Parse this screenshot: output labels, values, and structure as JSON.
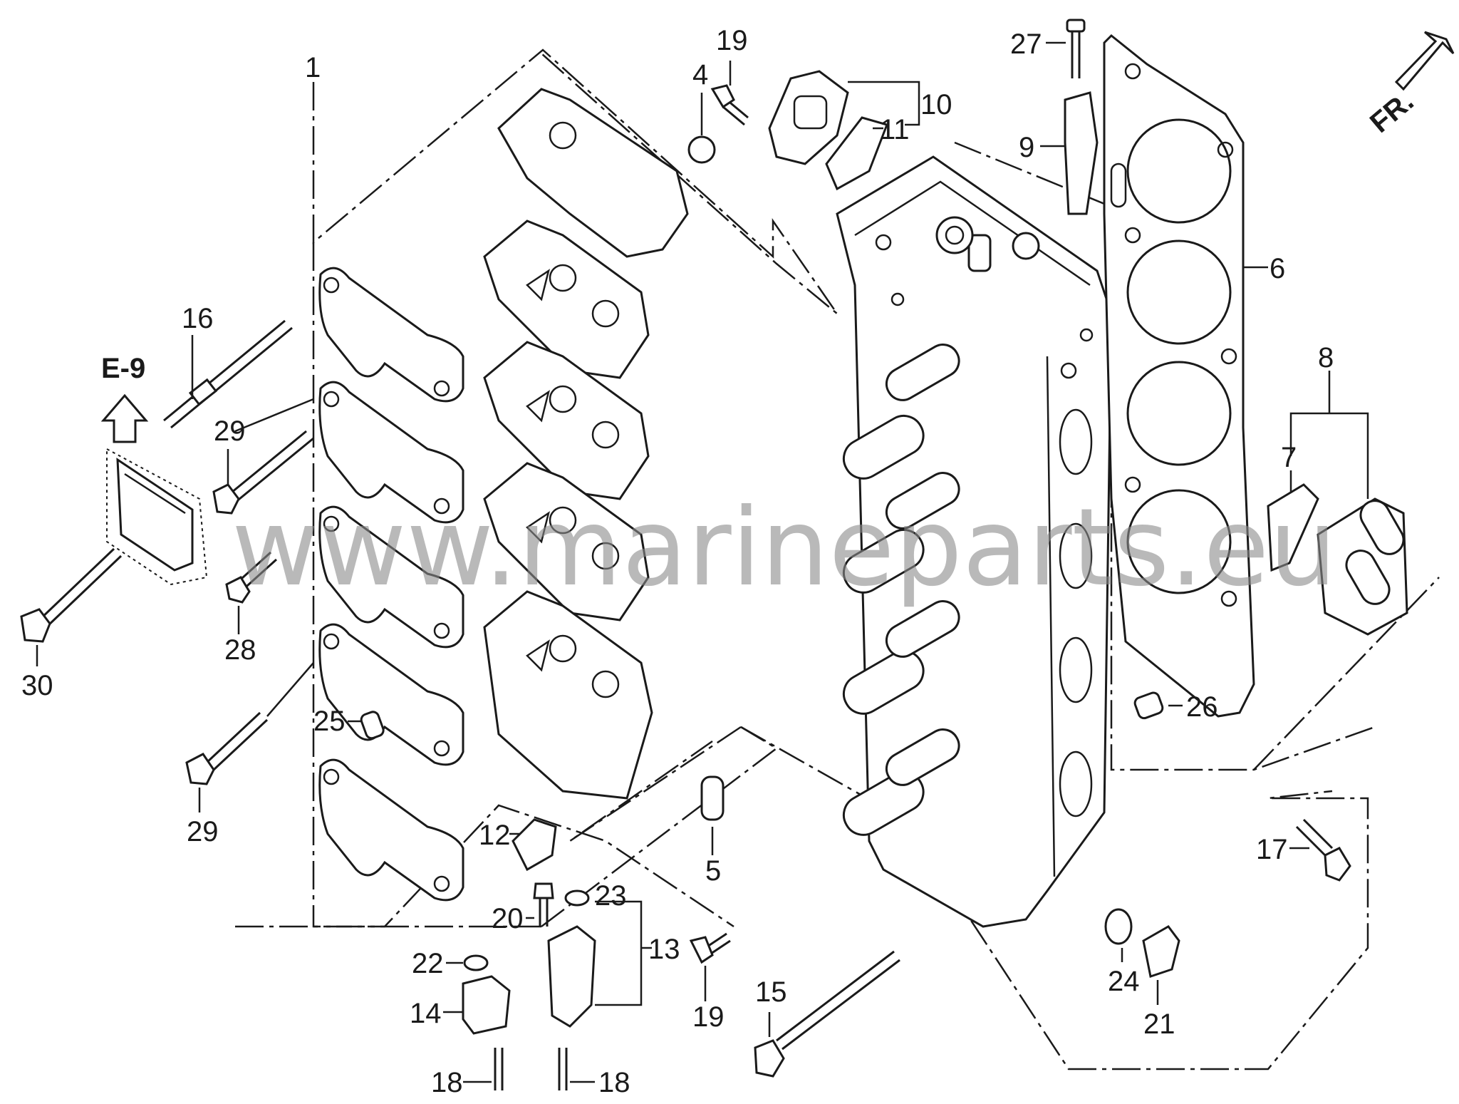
{
  "diagram": {
    "reference": {
      "label": "E-9"
    },
    "direction": {
      "label": "FR."
    },
    "watermark": "www.marineparts.eu",
    "callouts": {
      "c1": "1",
      "c4": "4",
      "c5": "5",
      "c6": "6",
      "c7": "7",
      "c8": "8",
      "c9": "9",
      "c10": "10",
      "c11": "11",
      "c12": "12",
      "c13": "13",
      "c14": "14",
      "c15": "15",
      "c16": "16",
      "c17": "17",
      "c18a": "18",
      "c18b": "18",
      "c19a": "19",
      "c19b": "19",
      "c20": "20",
      "c21": "21",
      "c22": "22",
      "c23": "23",
      "c24": "24",
      "c25": "25",
      "c26": "26",
      "c27": "27",
      "c28": "28",
      "c29a": "29",
      "c29b": "29",
      "c30": "30"
    }
  }
}
